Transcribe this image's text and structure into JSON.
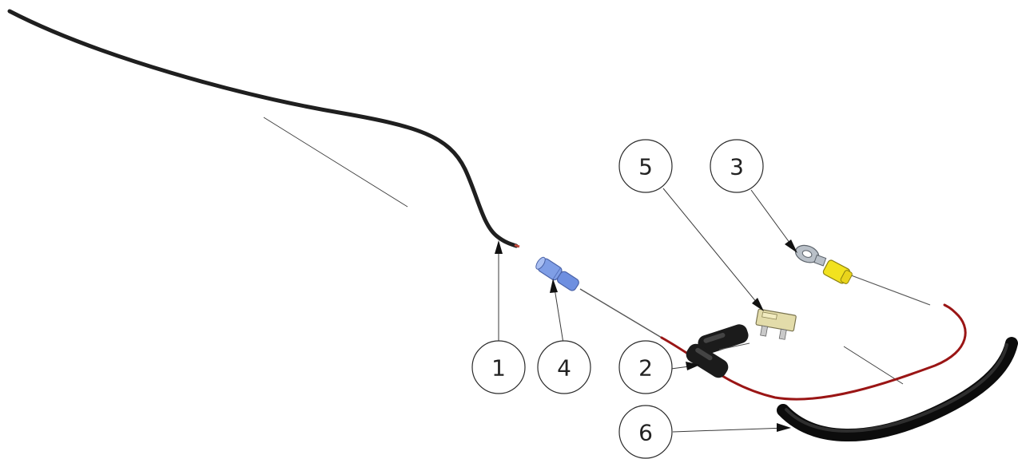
{
  "callouts": [
    {
      "id": "callout-1",
      "label": "1",
      "part": "black-wire"
    },
    {
      "id": "callout-2",
      "label": "2",
      "part": "inline-fuse-holder"
    },
    {
      "id": "callout-3",
      "label": "3",
      "part": "ring-terminal"
    },
    {
      "id": "callout-4",
      "label": "4",
      "part": "butt-connector"
    },
    {
      "id": "callout-5",
      "label": "5",
      "part": "blade-fuse"
    },
    {
      "id": "callout-6",
      "label": "6",
      "part": "heat-shrink-sleeve"
    }
  ],
  "colors": {
    "wire_black": "#1f1f1f",
    "wire_red": "#9a1515",
    "butt_connector_blue": "#7f9ee6",
    "ring_terminal_yellow": "#f2e21f",
    "ring_terminal_metal": "#b9c0c8",
    "fuse_body": "#e3dcaa",
    "fuse_holder": "#1b1b1b",
    "sleeve_black": "#0c0c0c"
  }
}
